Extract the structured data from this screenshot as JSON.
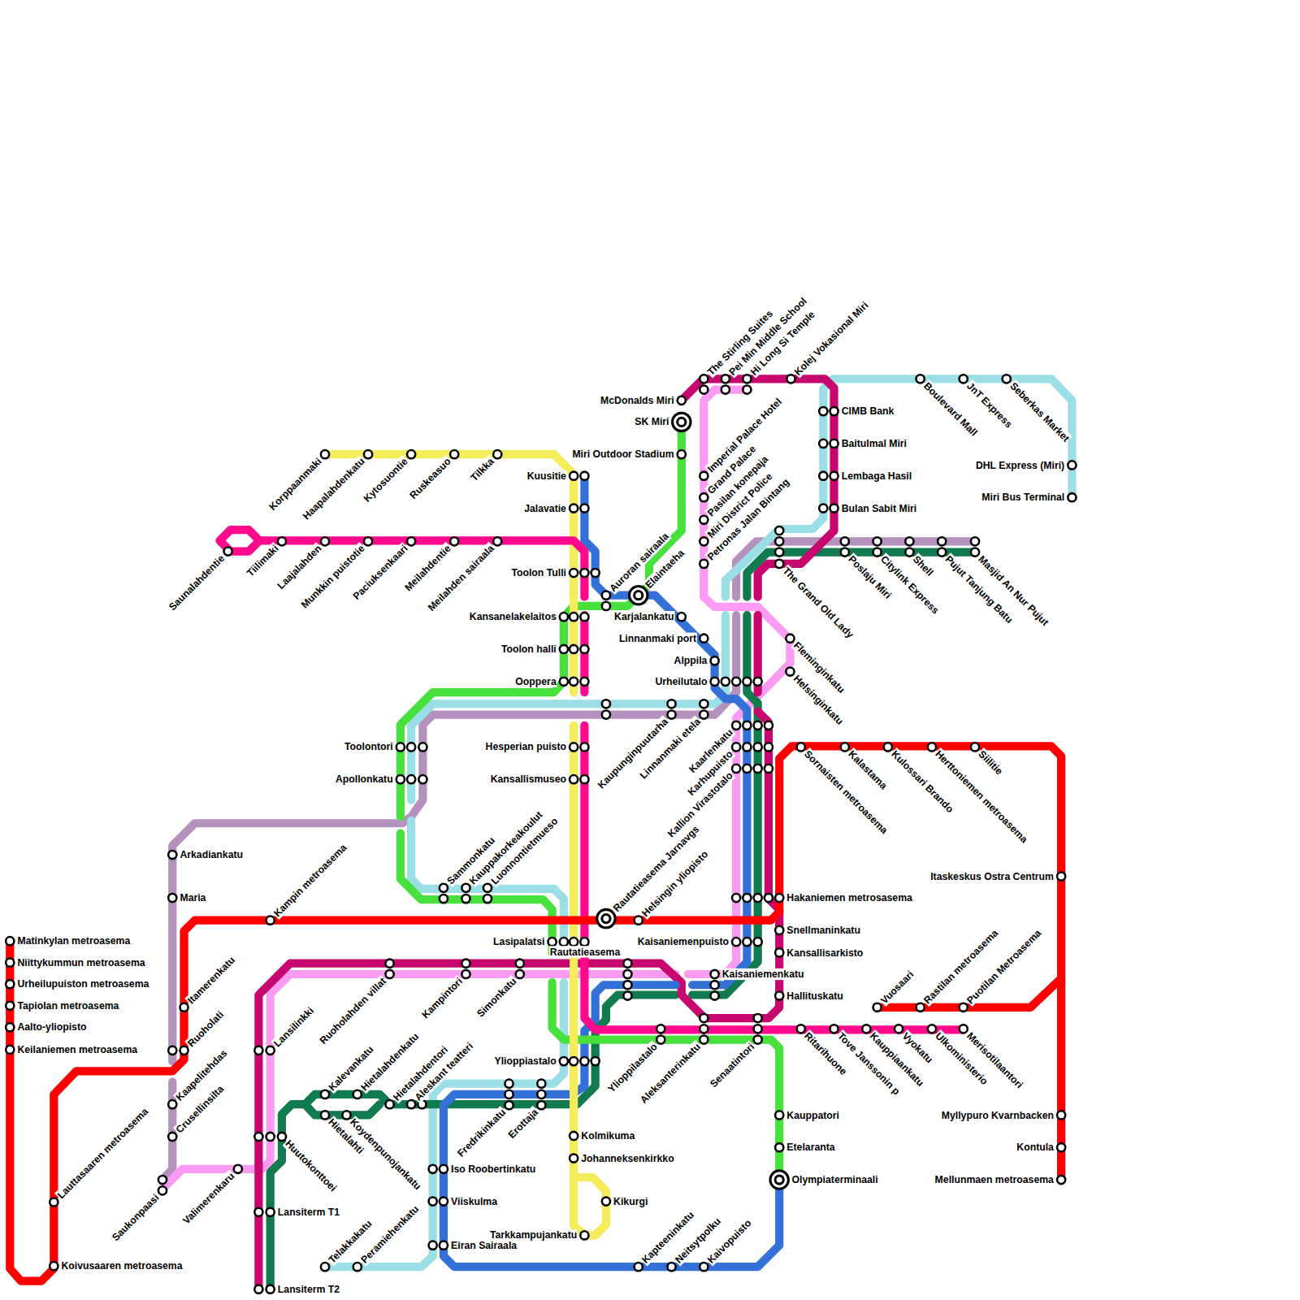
{
  "diagram": {
    "labels": [
      "McDonalds Miri",
      "SK Miri",
      "Miri Outdoor Stadium",
      "The Stirling Suites",
      "Pei Min Middle School",
      "Hi Long Si Temple",
      "Kolej Vokasional Miri",
      "Boulevard Mall",
      "JnT Express",
      "Seberkas Market",
      "CIMB Bank",
      "Baitulmal Miri",
      "Lembaga Hasil",
      "Bulan Sabit Miri",
      "DHL Express (Miri)",
      "Miri Bus Terminal",
      "Imperial Palace Hotel",
      "Grand Palace",
      "Pasilan konepaja",
      "Miri District Police",
      "Petronas Jalan Bintang",
      "The Grand Old Lady",
      "Poslaju Miri",
      "Citylink Express",
      "Shell",
      "Pujut Tanjung Batu",
      "Masjid An Nur Pujut",
      "Korppaanmaki",
      "Haapalahdenkatu",
      "Kytosuontie",
      "Ruskeasuo",
      "Tilkka",
      "Kuusitie",
      "Jalavatie",
      "Saunalahdentie",
      "Tiilimaki",
      "Laajalahden",
      "Munkkin puistotie",
      "Paciuksenkaari",
      "Meilahdentie",
      "Meilahden sairaala",
      "Toolon Tulli",
      "Auroran sairaala",
      "Elaintaeha",
      "Karjalankatu",
      "Kansanelakelaitos",
      "Linnanmaki port",
      "Alppila",
      "Toolon halli",
      "Ooppera",
      "Urheilutalo",
      "Fleminginkatu",
      "Helsinginkatu",
      "Kaupunginpuutarha",
      "Linnanmaki etela",
      "Kaarlenkatu",
      "Karhupuisto",
      "Kallion Virastotalo",
      "Toolontori",
      "Apollonkatu",
      "Hesperian puisto",
      "Kansallismuseo",
      "Sornaisten metroasema",
      "Kalastama",
      "Kulossari Brando",
      "Herttoniemen metroasema",
      "Siilitie",
      "Arkadiankatu",
      "Maria",
      "Sammonkatu",
      "Kauppakorkeakoulut",
      "Luonnontietmueso",
      "Itaskeskus Ostra Centrum",
      "Hakaniemen metrosasema",
      "Kampin metroasema",
      "Rautatieasema Jarnavgs",
      "Helsingin yliopisto",
      "Lasipalatsi",
      "Kaisaniemenpuisto",
      "Snellmaninkatu",
      "Kansallisarkisto",
      "Rautatieasema",
      "Kaisaniemenkatu",
      "Hallituskatu",
      "Ruoholahden villat",
      "Kampintori",
      "Simonkatu",
      "Itamerenkatu",
      "Ruoholati",
      "Lansilinkki",
      "Matinkylan metroasema",
      "Niittykummun metroasema",
      "Urheilupuiston metroasema",
      "Tapiolan metroasema",
      "Aalto-yliopisto",
      "Keilaniemen metroasema",
      "Vuosaari",
      "Rastilan metroasema",
      "Puotilan Metroasema",
      "Ylioppilastalo",
      "Aleksanterinkatu",
      "Senaatintori",
      "Ritarihuone",
      "Tove Janssonin p",
      "Kauppiaankatu",
      "Vyokatu",
      "Ulkoministerio",
      "Merisotilaantori",
      "Ylioppiastalo",
      "Fredrikinkatu",
      "Erottaja",
      "Kalevankatu",
      "Hietalahdenkatu",
      "Hietalahdentori",
      "Aleskant teatteri",
      "Hietalahti",
      "Koydenpunojankatu",
      "Kaapelitehdas",
      "Crusellinsilta",
      "Huutokonttoei",
      "Kolmikuma",
      "Johanneksenkirkko",
      "Kauppatori",
      "Etelaranta",
      "Myllypuro Kvarnbacken",
      "Kontula",
      "Mellunmaen metroasema",
      "Olympiaterminaali",
      "Iso Roobertinkatu",
      "Viiskulma",
      "Kikurgi",
      "Saukonpaasi",
      "Valimerenkaru",
      "Lauttasaaren metroasema",
      "Lansiterm T1",
      "Tarkkampujankatu",
      "Eiran Sairaala",
      "Koivusaaren metroasema",
      "Telakkakatu",
      "Peramiehenkatu",
      "Kapteeninkatu",
      "Neitsytpolku",
      "Kaivopuisto",
      "Lansiterm T2"
    ]
  }
}
